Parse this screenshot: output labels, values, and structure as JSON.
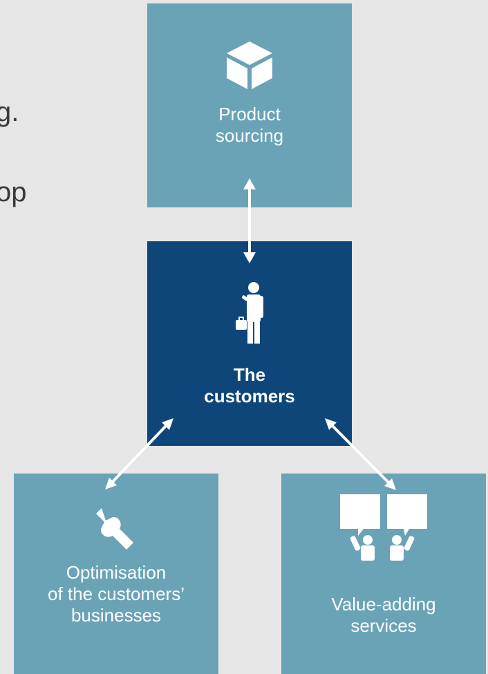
{
  "left_text_fragments": [
    "g.",
    "op"
  ],
  "nodes": {
    "product_sourcing": {
      "label": "Product\nsourcing",
      "icon": "box-icon"
    },
    "customers": {
      "label": "The\ncustomers",
      "icon": "businessman-icon"
    },
    "optimisation": {
      "label": "Optimisation\nof the customers’\nbusinesses",
      "icon": "wrench-icon"
    },
    "value_adding": {
      "label": "Value-adding\nservices",
      "icon": "speech-bubbles-people-icon"
    }
  },
  "colors": {
    "light_box": "#6aa3b6",
    "dark_box": "#0e4679",
    "background": "#e6e6e6",
    "arrow": "#ffffff",
    "text": "#ffffff"
  }
}
